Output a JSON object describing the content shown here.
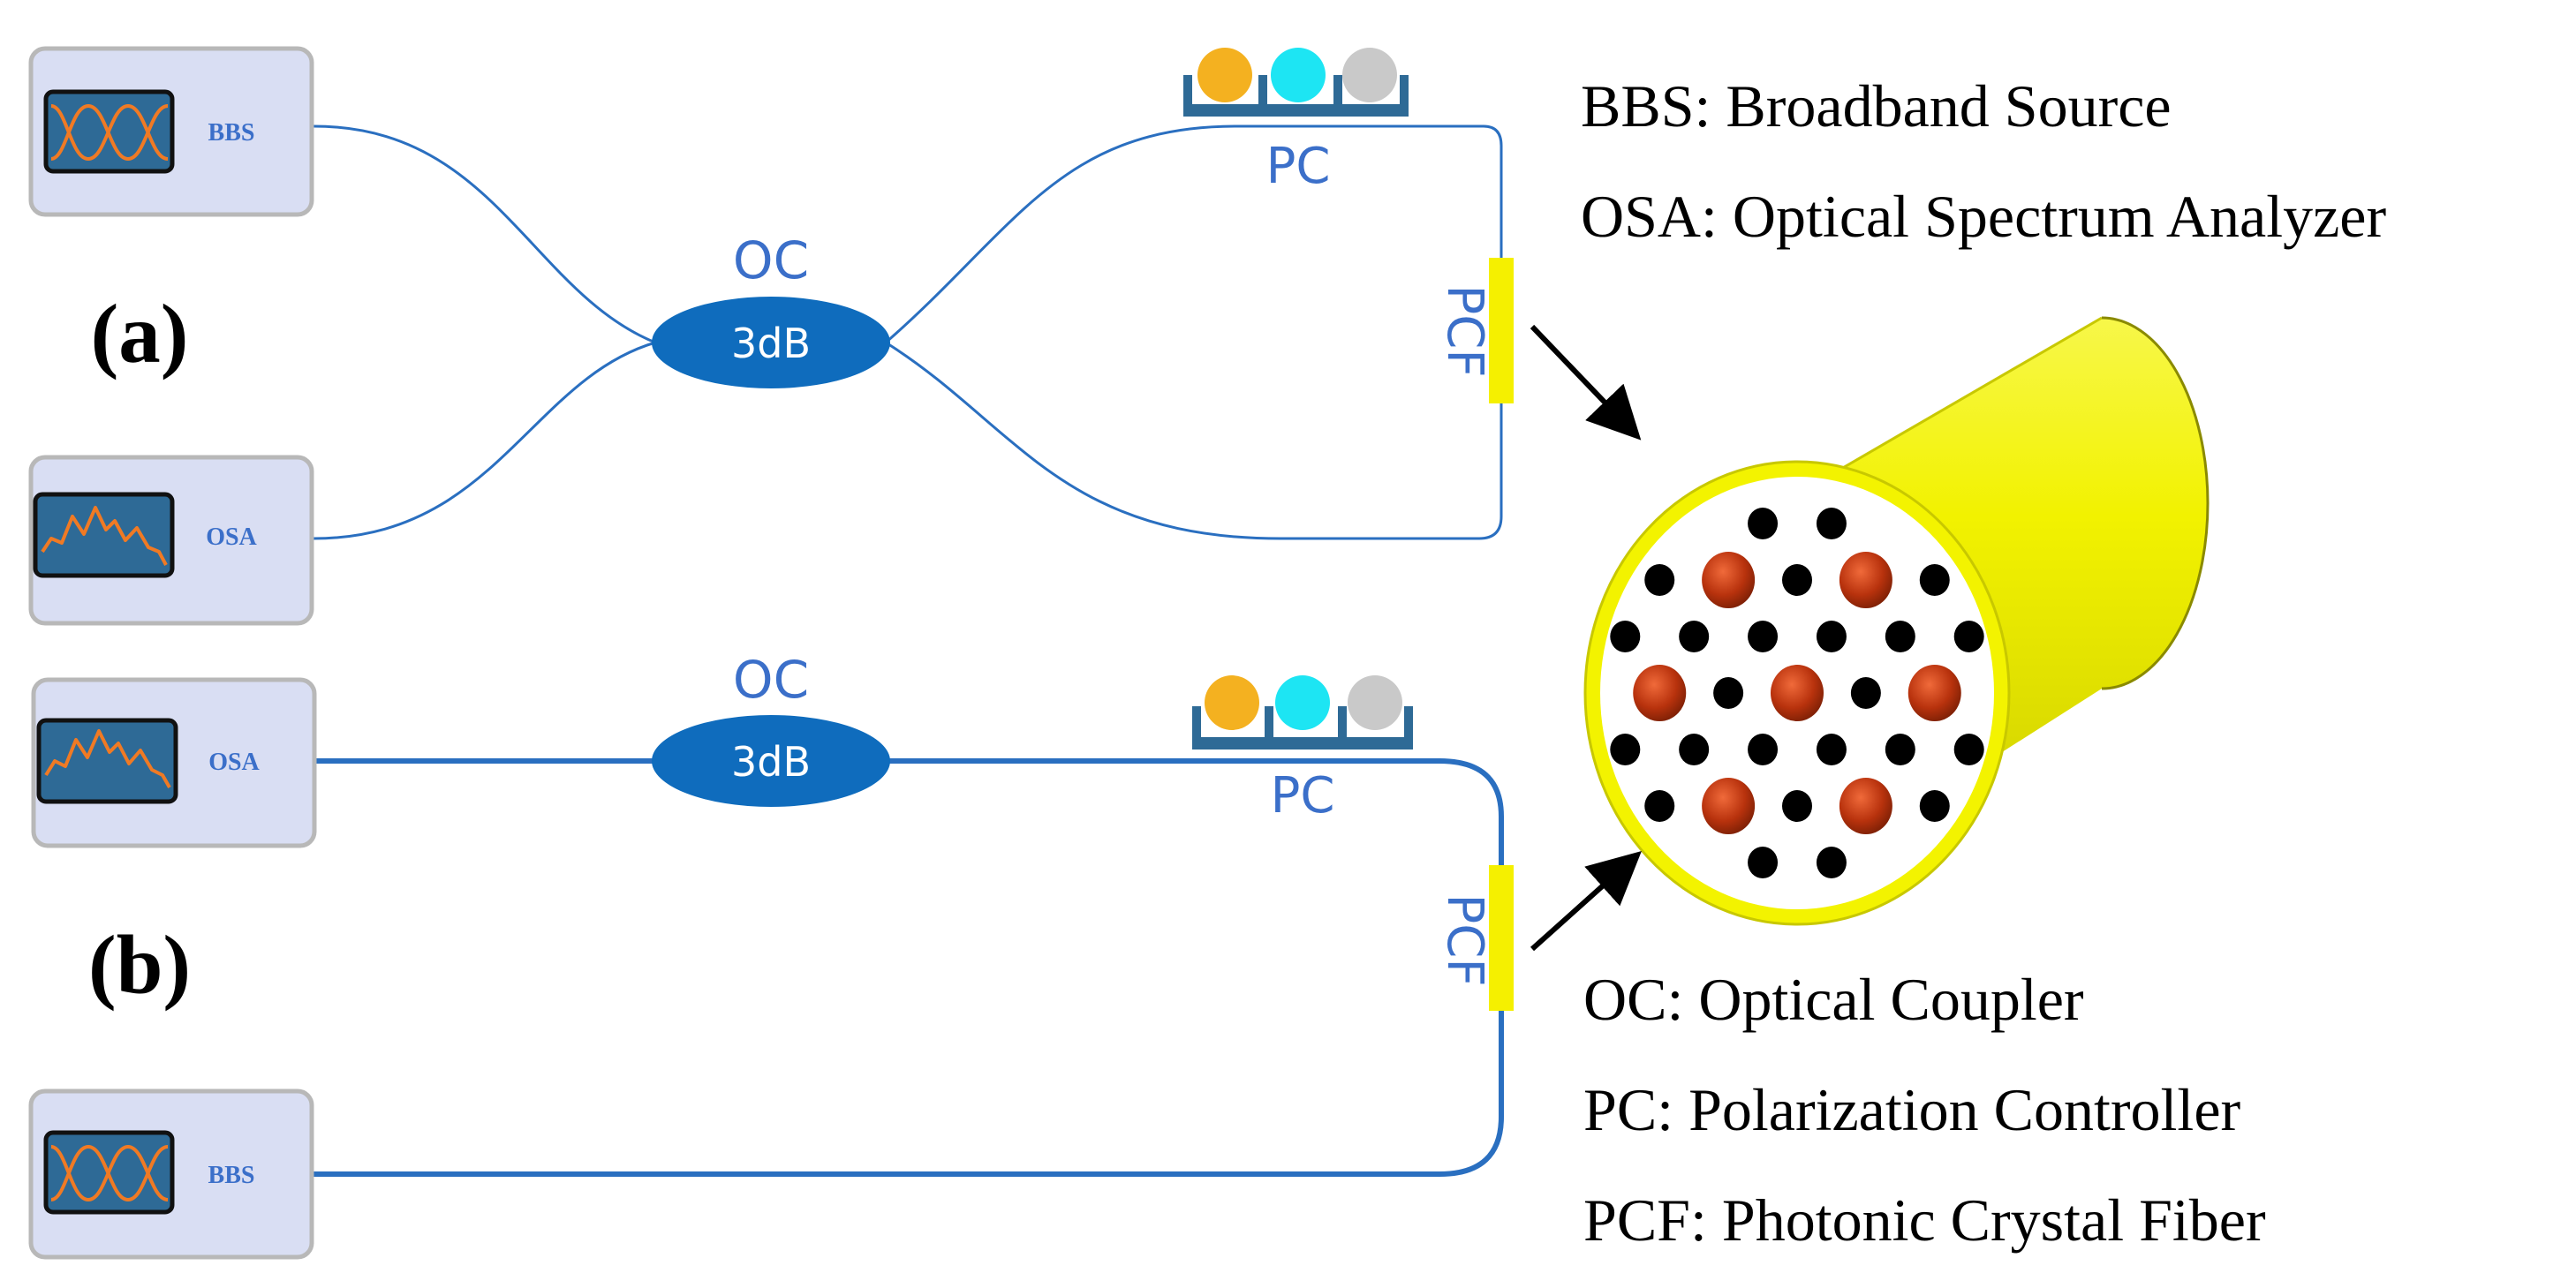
{
  "setup_a": {
    "label": "(a)",
    "source_device": {
      "label": "BBS"
    },
    "analyzer_device": {
      "label": "OSA"
    },
    "coupler": {
      "name": "OC",
      "ratio": "3dB"
    },
    "controller": {
      "name": "PC"
    },
    "fiber": {
      "name": "PCF"
    }
  },
  "setup_b": {
    "label": "(b)",
    "analyzer_device": {
      "label": "OSA"
    },
    "source_device": {
      "label": "BBS"
    },
    "coupler": {
      "name": "OC",
      "ratio": "3dB"
    },
    "controller": {
      "name": "PC"
    },
    "fiber": {
      "name": "PCF"
    }
  },
  "legend_top": [
    "BBS: Broadband Source",
    "OSA: Optical Spectrum Analyzer"
  ],
  "legend_bottom": [
    "OC: Optical Coupler",
    "PC: Polarization Controller",
    "PCF: Photonic Crystal Fiber"
  ],
  "colors": {
    "fiber_line": "#2a6fc0",
    "coupler_fill": "#0f6cbd",
    "device_fill": "#d9def3",
    "device_border": "#b8b8b8",
    "screen_fill": "#2e6a96",
    "trace": "#f07a24",
    "label_blue": "#3b6fc9",
    "pcf_marker": "#f5f000",
    "paddle_colors": [
      "#f4b120",
      "#1de5f3",
      "#c9c9c9"
    ],
    "fiber_jacket": "#f3f300",
    "air_hole": "#000000",
    "core_rod": "#b8320d"
  },
  "icons": [
    "spectrum-monitor-icon",
    "polarization-paddle-icon",
    "photonic-crystal-fiber-icon",
    "arrow-icon"
  ]
}
